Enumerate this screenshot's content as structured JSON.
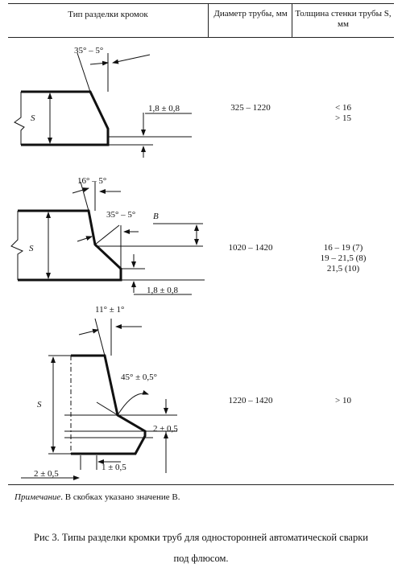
{
  "table": {
    "headers": {
      "col1": "Тип разделки кромок",
      "col2": "Диаметр трубы, мм",
      "col3": "Толщина стенки трубы S, мм"
    },
    "rows": [
      {
        "diameter": "325 – 1220",
        "thickness": [
          "< 16",
          "> 15"
        ],
        "angle_label": "35° – 5°",
        "dim_label": "1,8 ± 0,8",
        "s_label": "S"
      },
      {
        "diameter": "1020 – 1420",
        "thickness": [
          "16 – 19 (7)",
          "19 – 21,5 (8)",
          "21,5 (10)"
        ],
        "angle_label_top": "16° – 5°",
        "angle_label_mid": "35° – 5°",
        "b_label": "B",
        "dim_label": "1,8 ± 0,8",
        "s_label": "S"
      },
      {
        "diameter": "1220 – 1420",
        "thickness": [
          "> 10"
        ],
        "angle_label_top": "11° ± 1°",
        "angle_label_mid": "45° ± 0,5°",
        "dim_right": "2 ± 0,5",
        "dim_bottom_left": "2 ± 0,5",
        "dim_bottom_mid": "1 ± 0,5",
        "s_label": "S"
      }
    ]
  },
  "note": {
    "italic": "Примечание",
    "text": ". В скобках указано значение B."
  },
  "caption": {
    "line1": "Рис 3. Типы  разделки кромки труб для односторонней автоматической сварки",
    "line2": "под флюсом."
  }
}
